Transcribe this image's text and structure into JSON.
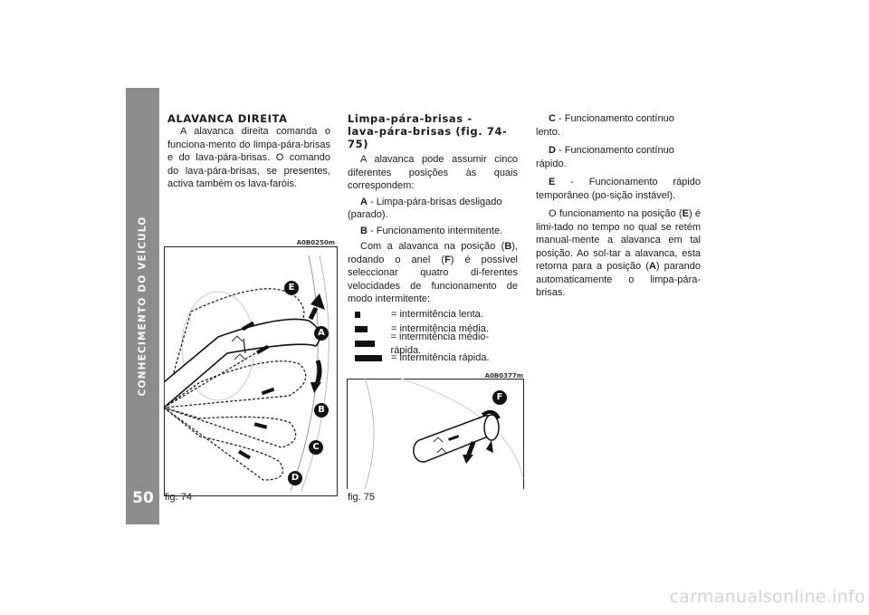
{
  "sidebar": {
    "section_title": "CONHECIMENTO DO VEÍCULO",
    "page_number": "50",
    "color": "#8c8c8c"
  },
  "col1": {
    "heading": "ALAVANCA DIREITA",
    "paragraph": "A alavanca direita comanda o funciona-mento do limpa-pára-brisas e do lava-pára-brisas. O comando do lava-pára-brisas, se presentes, activa também os lava-faróis."
  },
  "col2": {
    "heading_line1": "Limpa-pára-brisas -",
    "heading_line2": "lava-pára-brisas (fig. 74-75)",
    "intro": "A alavanca pode assumir cinco diferentes posições às quais correspondem:",
    "item_a_key": "A",
    "item_a_text": "- Limpa-pára-brisas desligado (parado).",
    "item_b_key": "B",
    "item_b_text": "- Funcionamento intermitente.",
    "para_b_1": "Com a alavanca na posição (",
    "para_b_key_b": "B",
    "para_b_2": "), rodando o anel (",
    "para_b_key_f": "F",
    "para_b_3": ") é possível seleccionar quatro di-ferentes velocidades de funcionamento de modo intermitente:",
    "legend": [
      {
        "bars": 1,
        "text": "= intermitência lenta."
      },
      {
        "bars": 2,
        "text": "= intermitência média."
      },
      {
        "bars": 3,
        "text": "= intermitência médio-rápida."
      },
      {
        "bars": 4,
        "text": "= intermitência rápida."
      }
    ]
  },
  "col3": {
    "item_c_key": "C",
    "item_c_text": "- Funcionamento contínuo lento.",
    "item_d_key": "D",
    "item_d_text": "- Funcionamento contínuo rápido.",
    "item_e_key": "E",
    "item_e_text": "- Funcionamento rápido temporâneo (po-sição instável).",
    "para_1": "O funcionamento na posição (",
    "para_key_e": "E",
    "para_2": ") é limi-tado no tempo no qual se retém manual-mente a alavanca em tal posição. Ao sol-tar a alavanca, esta retorna para a posição (",
    "para_key_a": "A",
    "para_3": ") parando automaticamente o limpa-pára-brisas."
  },
  "figures": {
    "fig74_code": "A0B0250m",
    "fig74_caption": "fig. 74",
    "fig74_labels": [
      "E",
      "A",
      "B",
      "C",
      "D"
    ],
    "fig75_code": "A0B0377m",
    "fig75_caption": "fig. 75",
    "fig75_label": "F"
  },
  "watermark": "carmanualsonline.info"
}
